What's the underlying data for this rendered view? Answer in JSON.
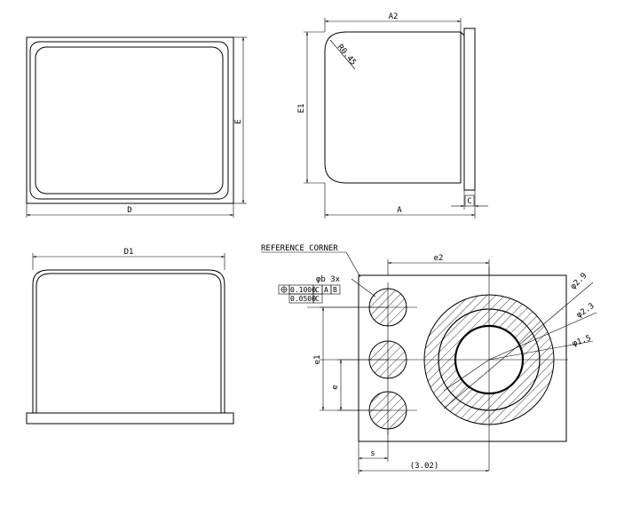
{
  "labels": {
    "a2": "A2",
    "r045": "R0.45",
    "e1": "E1",
    "e": "E",
    "d": "D",
    "a": "A",
    "c": "C",
    "d1": "D1",
    "ref_corner": "REFERENCE CORNER",
    "e2": "e2",
    "phib_3x": "φb 3x",
    "tol1_val": "0.1000",
    "tol1_ref1": "C",
    "tol1_ref2": "A",
    "tol1_ref3": "B",
    "tol2_val": "0.0500",
    "tol2_ref1": "C",
    "phi29": "φ2.9",
    "phi23": "φ2.3",
    "phi15": "φ1.5",
    "e1_lower": "e1",
    "e_lower": "e",
    "s": "s",
    "dim302": "(3.02)"
  },
  "icons": {
    "position_tolerance": "position-tolerance-icon"
  }
}
